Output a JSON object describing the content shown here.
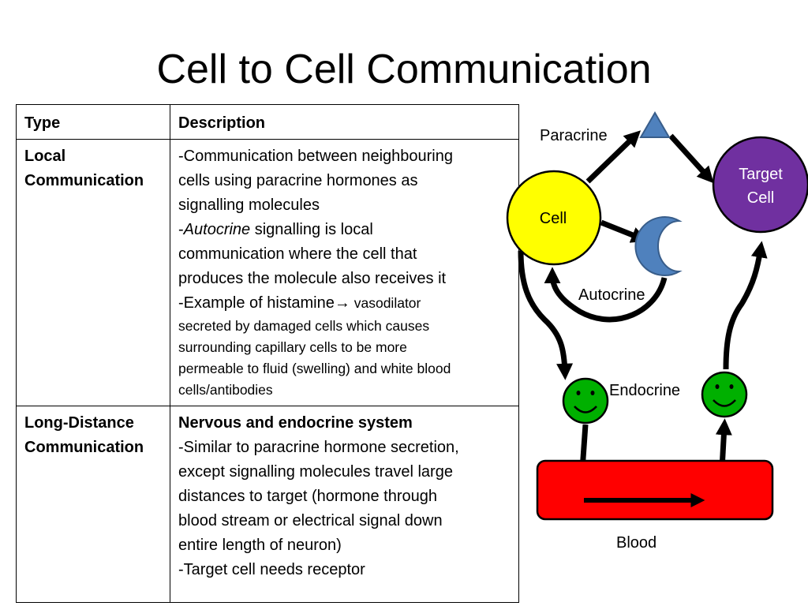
{
  "title": "Cell to Cell Communication",
  "table": {
    "headers": [
      "Type",
      "Description"
    ],
    "rows": [
      {
        "type_line1": "Local",
        "type_line2": "Communication",
        "lines": [
          "-Communication between neighbouring",
          "cells using paracrine hormones as",
          "signalling molecules",
          "-",
          "Autocrine",
          " signalling is local",
          "communication where the cell that",
          "produces the molecule also receives it",
          "-Example of histamine",
          "→",
          " vasodilator",
          "secreted by damaged cells which causes",
          "surrounding capillary cells to be more",
          "permeable to fluid (swelling) and white blood",
          "cells/antibodies"
        ]
      },
      {
        "type_line1": "Long-Distance",
        "type_line2": "Communication",
        "heading": "Nervous and endocrine system",
        "lines": [
          "-Similar to paracrine hormone secretion,",
          "except signalling molecules travel large",
          "distances to target (hormone through",
          "blood stream or electrical signal down",
          "entire length of neuron)",
          "-Target cell needs receptor"
        ]
      }
    ]
  },
  "diagram": {
    "paracrine_label": "Paracrine",
    "cell_label": "Cell",
    "target_label_line1": "Target",
    "target_label_line2": "Cell",
    "autocrine_label": "Autocrine",
    "endocrine_label": "Endocrine",
    "blood_label": "Blood",
    "colors": {
      "cell": "#ffff00",
      "target_cell": "#7030a0",
      "signal": "#4f81bd",
      "endocrine_cell": "#00b000",
      "blood": "#ff0000"
    }
  }
}
